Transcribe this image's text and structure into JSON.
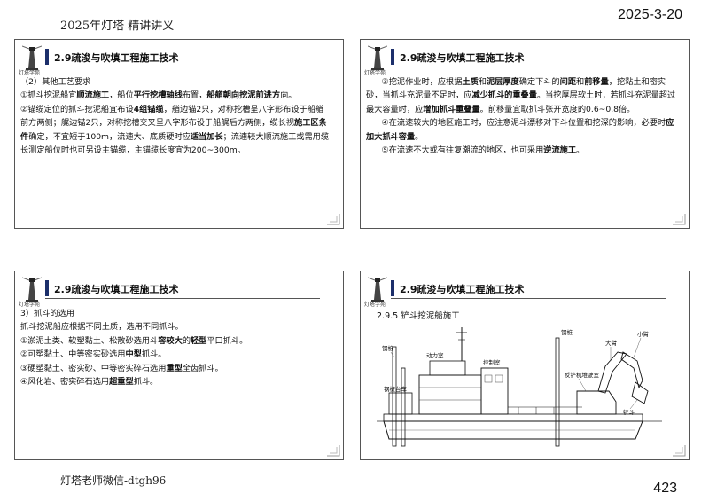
{
  "header": {
    "left": "2025年灯塔  精讲讲义",
    "right": "2025-3-20"
  },
  "footer": {
    "left": "灯塔老师微信-dtgh96",
    "right": "423"
  },
  "logo_text": "灯塔学苑",
  "slides": [
    {
      "title": "2.9疏浚与吹填工程施工技术",
      "lines": [
        {
          "parts": [
            {
              "t": "（2）其他工艺要求",
              "b": false
            }
          ]
        },
        {
          "parts": [
            {
              "t": "①抓斗挖泥船宜",
              "b": false
            },
            {
              "t": "顺流施工",
              "b": true
            },
            {
              "t": "，船位",
              "b": false
            },
            {
              "t": "平行挖槽轴线",
              "b": true
            },
            {
              "t": "布置，",
              "b": false
            },
            {
              "t": "船艏朝向挖泥前进方",
              "b": true
            },
            {
              "t": "向。",
              "b": false
            }
          ]
        },
        {
          "parts": [
            {
              "t": "②锚缆定位的抓斗挖泥船宜布设",
              "b": false
            },
            {
              "t": "4组锚缆",
              "b": true
            },
            {
              "t": "，艏边锚2只，对称挖槽呈八字形布设于船艏前方两侧；艉边锚2只，对称挖槽交叉呈八字形布设于船艉后方两侧，缆长视",
              "b": false
            },
            {
              "t": "施工区条件",
              "b": true
            },
            {
              "t": "确定，不宜短于100m，流速大、底质硬时应",
              "b": false
            },
            {
              "t": "适当加长",
              "b": true
            },
            {
              "t": "；流速较大顺流施工或需用缆长测定船位时也可另设主锚缆，主锚缆长度宜为200~300m。",
              "b": false
            }
          ]
        }
      ]
    },
    {
      "title": "2.9疏浚与吹填工程施工技术",
      "lines": [
        {
          "ind": true,
          "parts": [
            {
              "t": "③挖泥作业时，应根据",
              "b": false
            },
            {
              "t": "土质",
              "b": true
            },
            {
              "t": "和",
              "b": false
            },
            {
              "t": "泥层厚度",
              "b": true
            },
            {
              "t": "确定下斗的",
              "b": false
            },
            {
              "t": "间距",
              "b": true
            },
            {
              "t": "和",
              "b": false
            },
            {
              "t": "前移量",
              "b": true
            },
            {
              "t": "，挖黏土和密实砂，当抓斗充泥量不足时，应",
              "b": false
            },
            {
              "t": "减少抓斗的重叠量",
              "b": true
            },
            {
              "t": "。当挖厚层软土时，若抓斗充泥量超过最大容量时，应",
              "b": false
            },
            {
              "t": "增加抓斗重叠量",
              "b": true
            },
            {
              "t": "。前移量宜取抓斗张开宽度的0.6~0.8倍。",
              "b": false
            }
          ]
        },
        {
          "ind": true,
          "parts": [
            {
              "t": "④在流速较大的地区施工时，应注意泥斗漂移对下斗位置和挖深的影响，必要时",
              "b": false
            },
            {
              "t": "应加大抓斗容量",
              "b": true
            },
            {
              "t": "。",
              "b": false
            }
          ]
        },
        {
          "ind": true,
          "parts": [
            {
              "t": "⑤在流速不大或有往复潮流的地区，也可采用",
              "b": false
            },
            {
              "t": "逆流施工",
              "b": true
            },
            {
              "t": "。",
              "b": false
            }
          ]
        }
      ]
    },
    {
      "title": "2.9疏浚与吹填工程施工技术",
      "lines": [
        {
          "parts": [
            {
              "t": "3）抓斗的选用",
              "b": false
            }
          ]
        },
        {
          "parts": [
            {
              "t": "抓斗挖泥船应根据不同土质，选用不同抓斗。",
              "b": false
            }
          ]
        },
        {
          "parts": [
            {
              "t": "①淤泥土类、软塑黏土、松散砂选用斗",
              "b": false
            },
            {
              "t": "容较大",
              "b": true
            },
            {
              "t": "的",
              "b": false
            },
            {
              "t": "轻型",
              "b": true
            },
            {
              "t": "平口抓斗。",
              "b": false
            }
          ]
        },
        {
          "parts": [
            {
              "t": "②可塑黏土、中等密实砂选用",
              "b": false
            },
            {
              "t": "中型",
              "b": true
            },
            {
              "t": "抓斗。",
              "b": false
            }
          ]
        },
        {
          "parts": [
            {
              "t": "③硬塑黏土、密实砂、中等密实碎石选用",
              "b": false
            },
            {
              "t": "重型",
              "b": true
            },
            {
              "t": "全齿抓斗。",
              "b": false
            }
          ]
        },
        {
          "parts": [
            {
              "t": "④风化岩、密实碎石选用",
              "b": false
            },
            {
              "t": "超重型",
              "b": true
            },
            {
              "t": "抓斗。",
              "b": false
            }
          ]
        }
      ]
    },
    {
      "title": "2.9疏浚与吹填工程施工技术",
      "subtitle": "2.9.5 铲斗挖泥船施工",
      "diagram_labels": {
        "l1": "钢桩",
        "l2": "动力室",
        "l3": "控制室",
        "l4": "钢桩台车",
        "l5": "钢桩",
        "l6": "反铲机堆驶室",
        "l7": "大臂",
        "l8": "小臂",
        "l9": "铲斗"
      }
    }
  ]
}
